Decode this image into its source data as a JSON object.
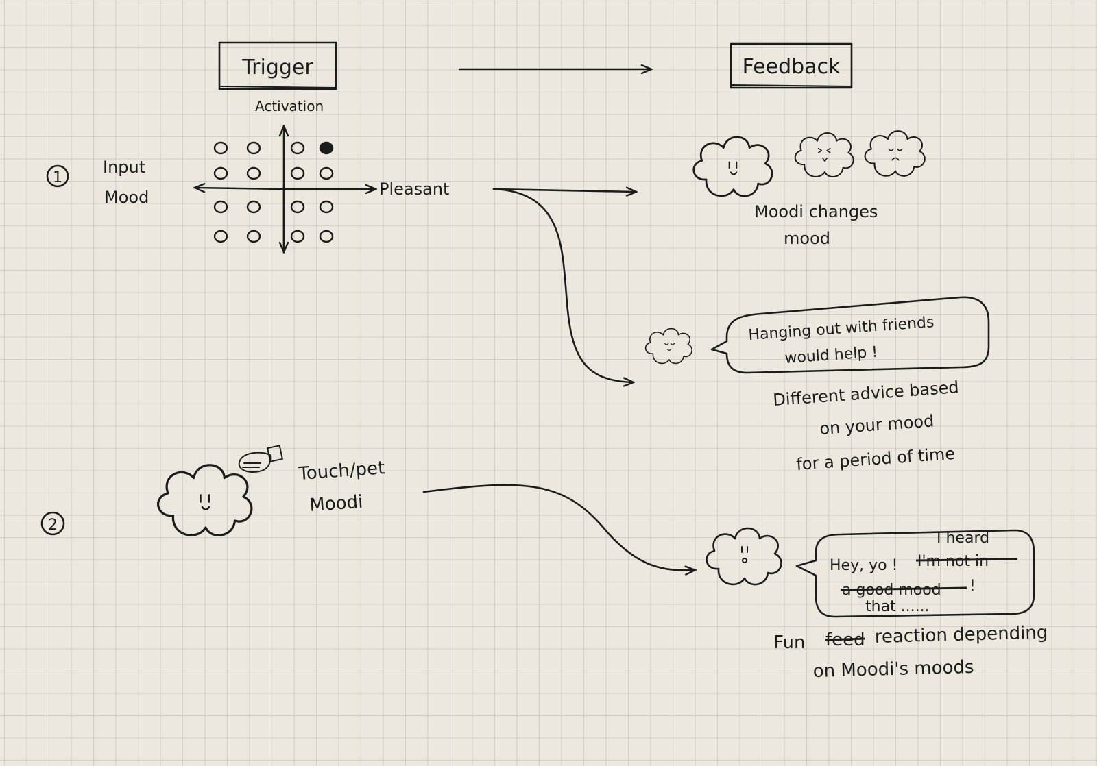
{
  "headers": {
    "trigger": "Trigger",
    "feedback": "Feedback"
  },
  "mood_input": {
    "number": "1",
    "label_line1": "Input",
    "label_line2": "Mood",
    "y_axis_label": "Activation",
    "x_axis_label": "Pleasant",
    "grid_rows": 4,
    "grid_cols": 4,
    "selected_cell": {
      "row": 1,
      "col": 4
    }
  },
  "mood_feedback": {
    "caption_line1": "Moodi changes",
    "caption_line2": "mood"
  },
  "advice": {
    "bubble_line1": "Hanging out with friends",
    "bubble_line2": "would help !",
    "caption_line1": "Different advice based",
    "caption_line2": "on your mood",
    "caption_line3": "for a period of time"
  },
  "touch": {
    "number": "2",
    "label_line1": "Touch/pet",
    "label_line2": "Moodi"
  },
  "reaction": {
    "bubble_prefix": "Hey, yo !",
    "bubble_struck_1": "I'm not in",
    "bubble_insert_1": "I heard",
    "bubble_struck_2": "a good mood",
    "bubble_suffix_2": "!",
    "bubble_line3": "that ......",
    "caption_prefix": "Fun",
    "caption_struck": "feed",
    "caption_rest": "reaction depending",
    "caption_line2": "on Moodi's moods"
  },
  "colors": {
    "ink": "#1c1c1c",
    "paper": "#ece8dd",
    "grid": "#a0aab2"
  }
}
